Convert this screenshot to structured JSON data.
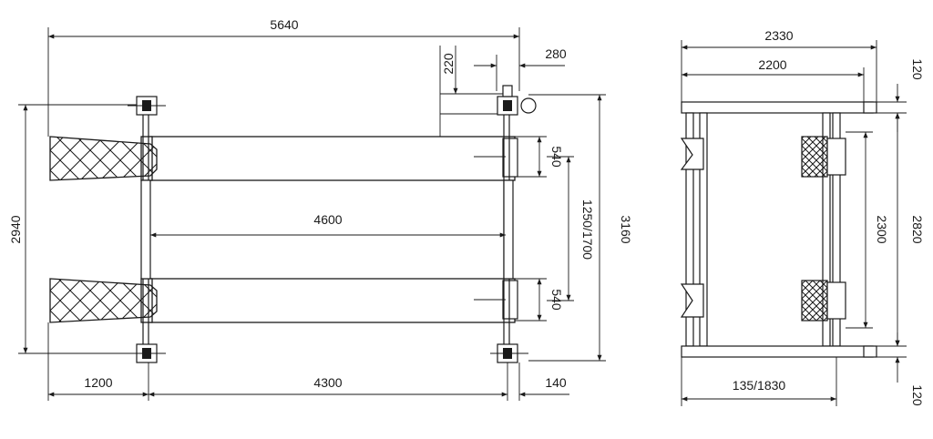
{
  "drawing": {
    "top_view": {
      "overall_length": "5640",
      "offset_220": "220",
      "offset_280": "280",
      "inner_length": "4600",
      "overall_width": "2940",
      "overall_width_2": "3160",
      "track_width": "1250/1700",
      "pad_540_top": "540",
      "pad_540_bottom": "540",
      "ramp_length": "1200",
      "post_spacing": "4300",
      "end_offset": "140"
    },
    "end_view": {
      "overall_width": "2330",
      "inner_width": "2200",
      "top_plate": "120",
      "total_height": "2820",
      "lift_height": "2300",
      "base_width": "135/1830",
      "bottom_plate": "120"
    }
  }
}
